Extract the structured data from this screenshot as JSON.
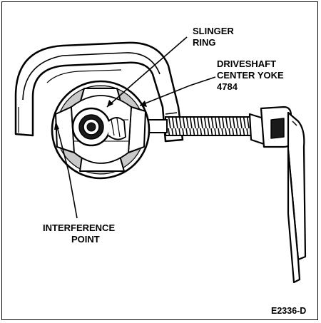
{
  "labels": {
    "slinger_ring": [
      "SLINGER",
      "RING"
    ],
    "driveshaft_center_yoke": [
      "DRIVESHAFT",
      "CENTER YOKE",
      "4784"
    ],
    "interference_point": [
      "INTERFERENCE",
      "POINT"
    ]
  },
  "figure_code": "E2336-D",
  "colors": {
    "ink": "#000000",
    "paper": "#ffffff",
    "shade": "#c9c9c9",
    "dark": "#1a1a1a"
  }
}
